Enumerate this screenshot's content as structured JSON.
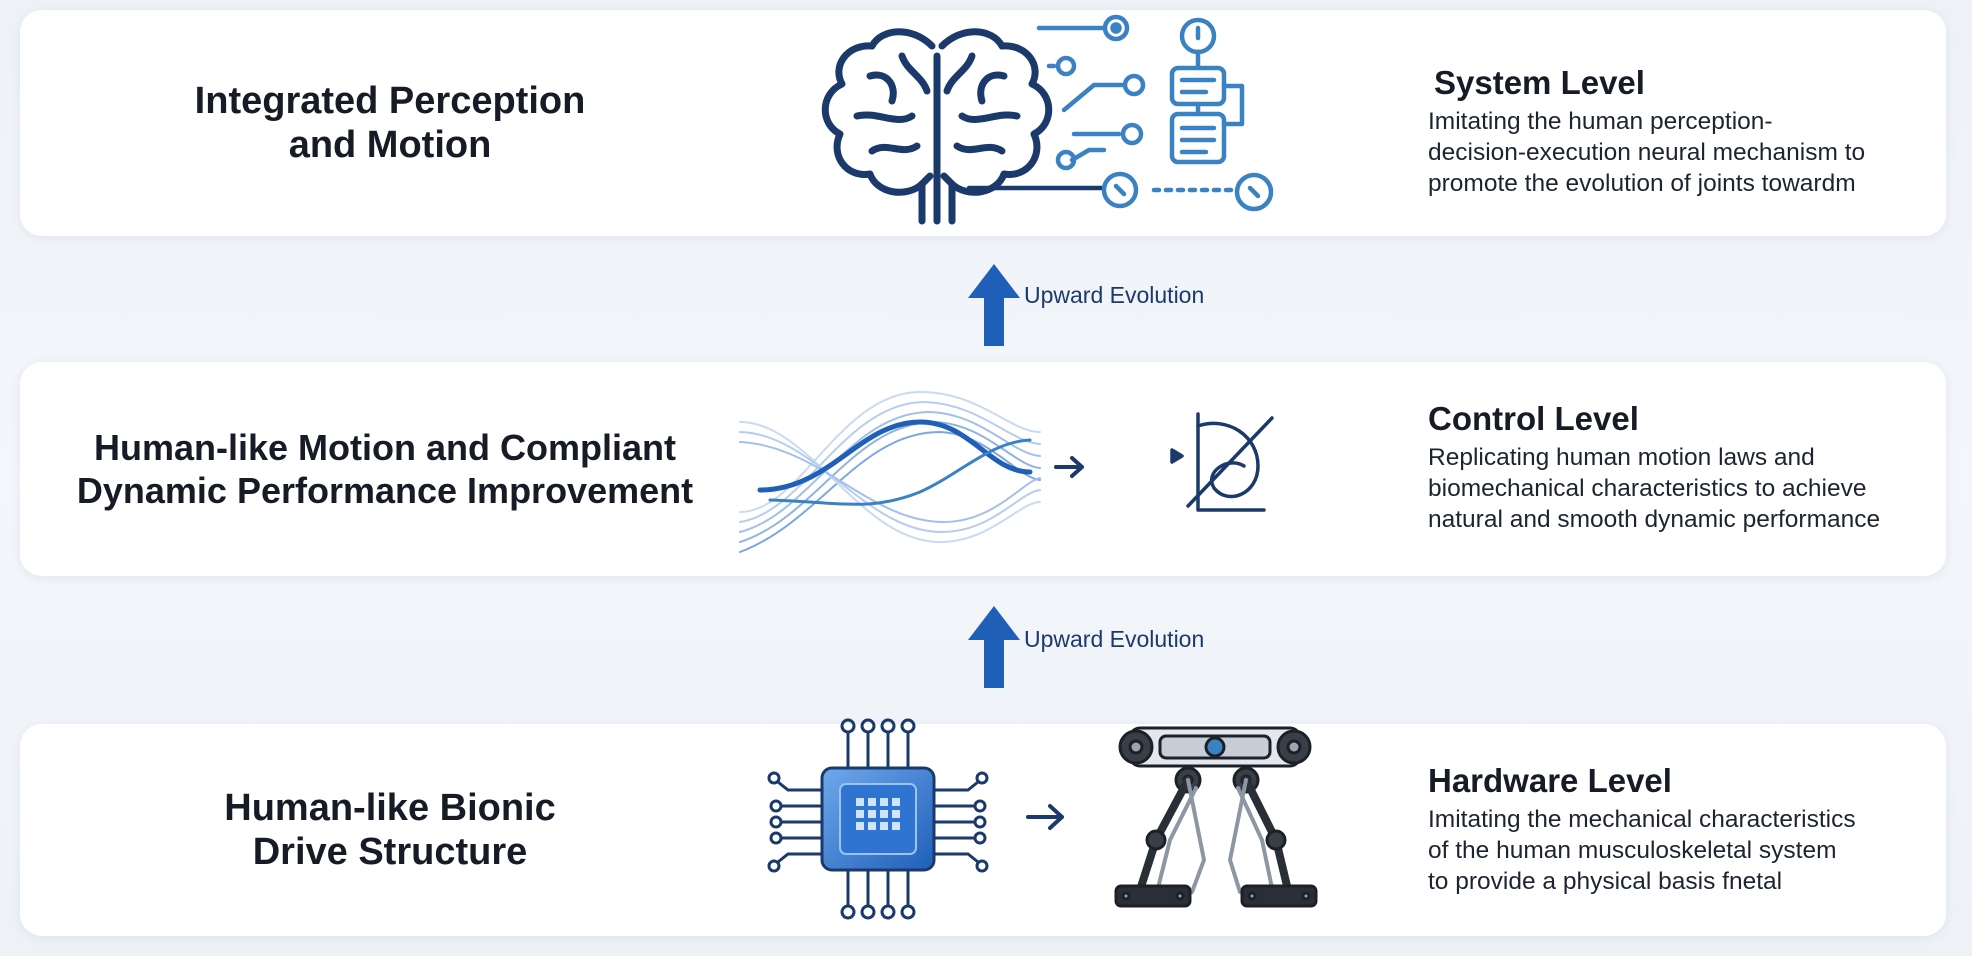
{
  "levels": {
    "system": {
      "left_title_lines": [
        "Integrated Perception",
        "and Motion"
      ],
      "heading": "System Level",
      "desc_lines": [
        "Imitating the human perception-",
        "decision-execution neural mechanism to",
        "promote the evolution of joints towardm"
      ],
      "icons": [
        "brain-icon",
        "circuit-network-icon",
        "flowchart-icon"
      ]
    },
    "control": {
      "left_title_lines": [
        "Human-like Motion and Compliant",
        "Dynamic Performance Improvement"
      ],
      "heading": "Control Level",
      "desc_lines": [
        "Replicating human motion laws and",
        "biomechanical characteristics to achieve",
        "natural and smooth dynamic performance"
      ],
      "icons": [
        "wave-curves-icon",
        "arrow-right-icon",
        "motion-curve-plot-icon"
      ]
    },
    "hardware": {
      "left_title_lines": [
        "Human-like Bionic",
        "Drive Structure"
      ],
      "heading": "Hardware Level",
      "desc_lines": [
        "Imitating the mechanical characteristics",
        "of the human musculoskeletal system",
        "to provide a physical basis fnetal"
      ],
      "icons": [
        "chip-icon",
        "arrow-right-icon",
        "robot-legs-icon"
      ]
    }
  },
  "transitions": [
    {
      "label": "Upward Evolution",
      "icon": "arrow-up-icon"
    },
    {
      "label": "Upward Evolution",
      "icon": "arrow-up-icon"
    }
  ],
  "colors": {
    "primary_blue": "#1f5fb8",
    "navy": "#1b3a6b",
    "card_bg": "#ffffff",
    "page_bg": "#eef2f7"
  }
}
